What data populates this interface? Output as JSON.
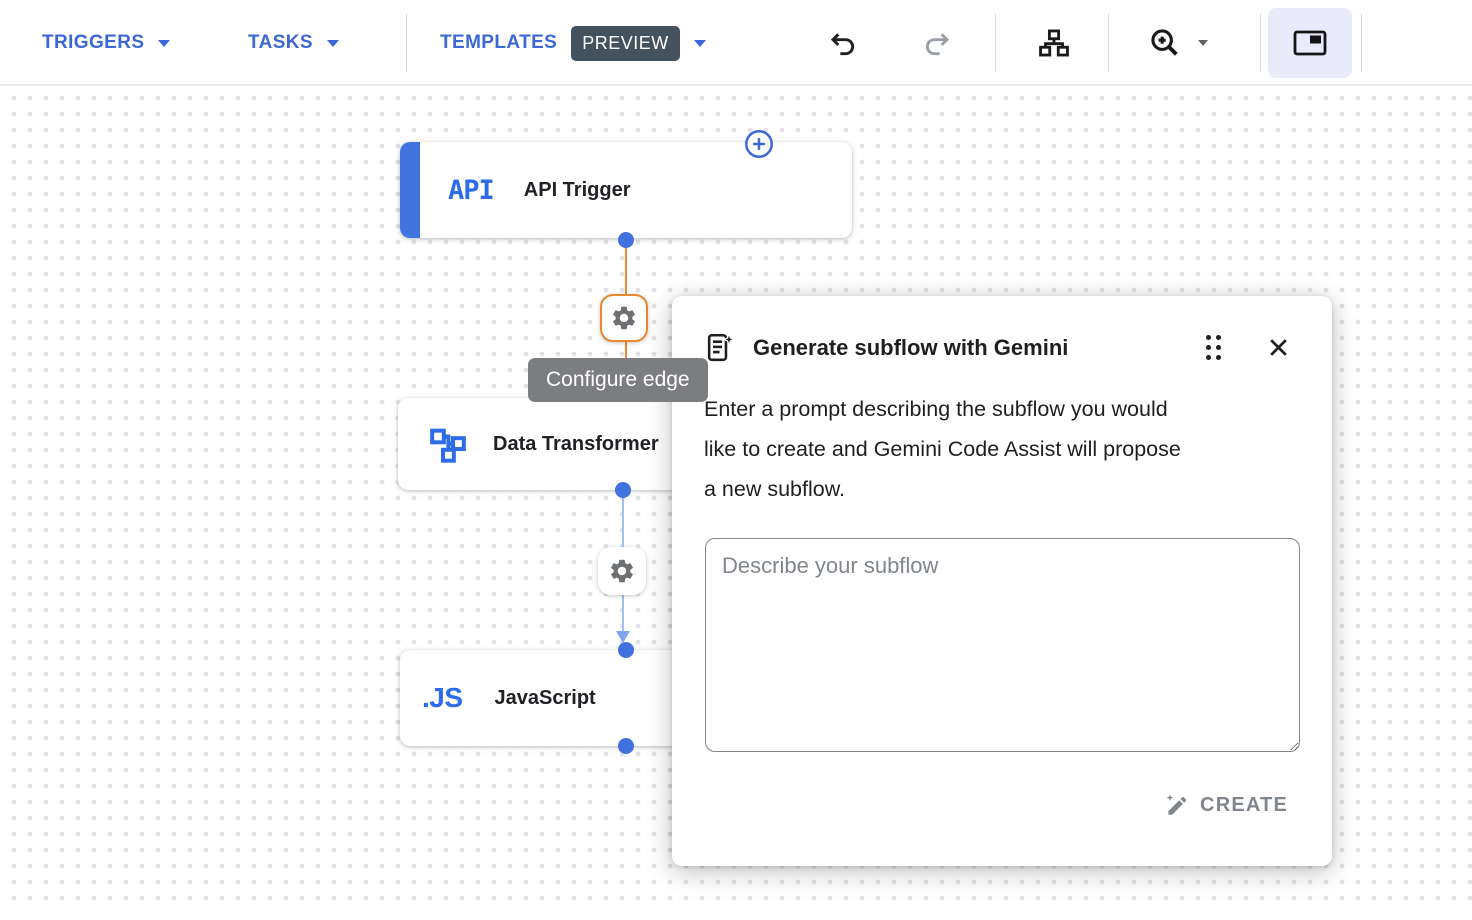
{
  "toolbar": {
    "triggers_label": "TRIGGERS",
    "tasks_label": "TASKS",
    "templates_label": "TEMPLATES",
    "preview_badge": "PREVIEW",
    "icons": [
      "undo-icon",
      "redo-icon",
      "auto-layout-icon",
      "zoom-in-icon",
      "minimap-toggle-icon"
    ]
  },
  "canvas": {
    "edge_tooltip": "Configure edge",
    "nodes": {
      "api_trigger": {
        "icon_text": "API",
        "label": "API Trigger"
      },
      "data_transform": {
        "label": "Data Transformer"
      },
      "javascript": {
        "icon_text": ".JS",
        "label": "JavaScript"
      }
    }
  },
  "dialog": {
    "title": "Generate subflow with Gemini",
    "description": "Enter a prompt describing the subflow you would\nlike to create and Gemini Code Assist will propose\na new subflow.",
    "prompt_placeholder": "Describe your subflow",
    "create_label": "CREATE"
  },
  "colors": {
    "nav_blue": "#3c68d7",
    "node_blue": "#4274e0",
    "icon_blue": "#2c6ce8",
    "edge_orange": "#ec8b31",
    "edge_blue": "#a3bdf3",
    "tooltip_bg": "#7b7d81",
    "preview_badge_bg": "#44525e",
    "muted_gray": "#80868b",
    "selected_button_bg": "#e9ebfa"
  }
}
